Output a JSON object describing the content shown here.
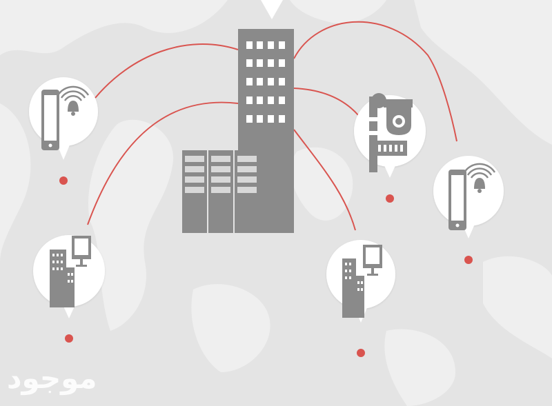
{
  "diagram": {
    "hub": [
      "office-tower",
      "server-rack",
      "server-rack",
      "server-rack"
    ],
    "nodes": [
      {
        "id": "mobile-alarm-left",
        "icons": [
          "smartphone",
          "wireless-alarm-bell"
        ]
      },
      {
        "id": "office-monitor-left",
        "icons": [
          "office-buildings",
          "monitor"
        ]
      },
      {
        "id": "security-camera",
        "icons": [
          "cctv-camera",
          "barrier-gate"
        ]
      },
      {
        "id": "office-monitor-right",
        "icons": [
          "office-buildings",
          "monitor"
        ]
      },
      {
        "id": "mobile-alarm-right",
        "icons": [
          "smartphone",
          "wireless-alarm-bell"
        ]
      }
    ],
    "colors": {
      "background": "#e4e4e4",
      "map": "#efefef",
      "link": "#d9544f",
      "icon": "#8a8a8a",
      "bubble": "#ffffff"
    }
  },
  "watermark": {
    "text": "موجود"
  }
}
